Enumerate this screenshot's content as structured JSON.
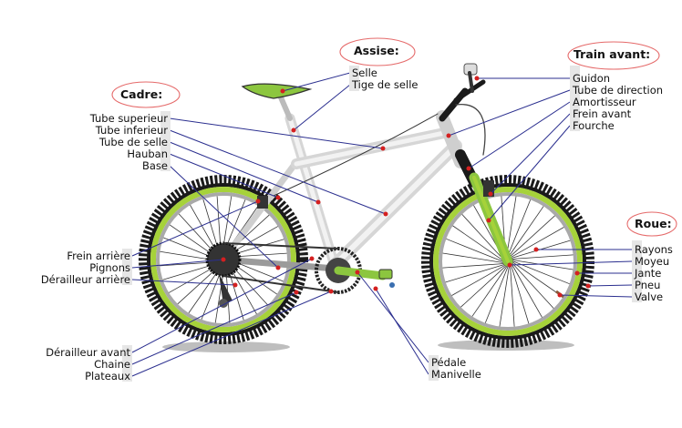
{
  "groups": {
    "cadre": {
      "title": "Cadre:",
      "labels": [
        "Tube superieur",
        "Tube inferieur",
        "Tube de selle",
        "Hauban",
        "Base"
      ]
    },
    "assise": {
      "title": "Assise:",
      "labels": [
        "Selle",
        "Tige de selle"
      ]
    },
    "train_avant": {
      "title": "Train avant:",
      "labels": [
        "Guidon",
        "Tube de direction",
        "Amortisseur",
        "Frein avant",
        "Fourche"
      ]
    },
    "roue": {
      "title": "Roue:",
      "labels": [
        "Rayons",
        "Moyeu",
        "Jante",
        "Pneu",
        "Valve"
      ]
    },
    "transmission_arriere": {
      "labels": [
        "Frein arrière",
        "Pignons",
        "Dérailleur arrière"
      ]
    },
    "transmission_avant": {
      "labels": [
        "Dérailleur avant",
        "Chaine",
        "Plateaux"
      ]
    },
    "pedalier": {
      "labels": [
        "Pédale",
        "Manivelle"
      ]
    }
  },
  "colors": {
    "leader_line": "#2b2f8f",
    "marker": "#d42020",
    "tire": "#1a1a1a",
    "rim_green": "#a6d23a",
    "rim_grey": "#a9a9a9",
    "frame": "#e4e4e4",
    "accent_green": "#8cc63f",
    "title_ring": "#e05050",
    "label_bg": "#e6e6e6"
  }
}
